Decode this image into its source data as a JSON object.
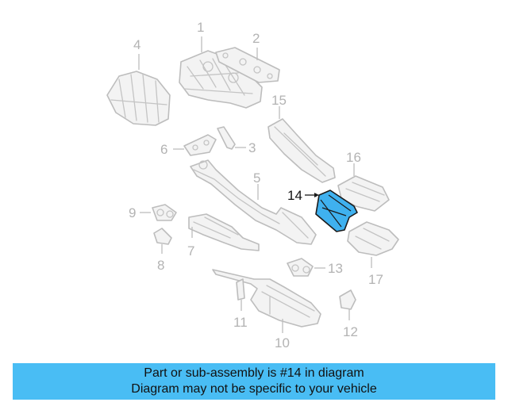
{
  "callouts": {
    "c1": "1",
    "c2": "2",
    "c3": "3",
    "c4": "4",
    "c5": "5",
    "c6": "6",
    "c7": "7",
    "c8": "8",
    "c9": "9",
    "c10": "10",
    "c11": "11",
    "c12": "12",
    "c13": "13",
    "c14": "14",
    "c15": "15",
    "c16": "16",
    "c17": "17"
  },
  "highlight_color": "#3fb1ef",
  "banner": {
    "line1": "Part or sub-assembly is #14 in diagram",
    "line2": "Diagram may not be specific to your vehicle",
    "color": "#49bdf4"
  }
}
